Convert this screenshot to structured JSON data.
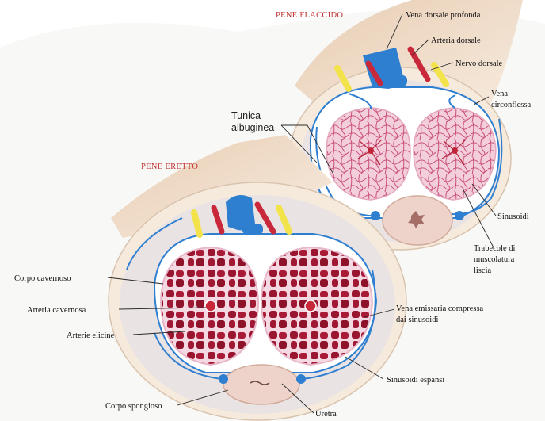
{
  "titles": {
    "flaccid": "PENE FLACCIDO",
    "erect": "PENE ERETTO"
  },
  "labels": {
    "deep_dorsal_vein": "Vena dorsale profonda",
    "dorsal_artery": "Arteria dorsale",
    "dorsal_nerve": "Nervo dorsale",
    "circumflex_vein_1": "Vena",
    "circumflex_vein_2": "circonflessa",
    "tunica_1": "Tunica",
    "tunica_2": "albuginea",
    "sinusoids": "Sinusoidi",
    "trabeculae_1": "Trabecole di",
    "trabeculae_2": "muscolatura",
    "trabeculae_3": "liscia",
    "corpus_cavernosum": "Corpo cavernoso",
    "cavernous_artery": "Arteria cavernosa",
    "helicine_arteries": "Arterie elicine",
    "emissary_vein_1": "Vena emissaria compressa",
    "emissary_vein_2": "dai sinusoidi",
    "expanded_sinusoids": "Sinusoidi espansi",
    "corpus_spongiosum": "Corpo spongioso",
    "urethra": "Uretra"
  },
  "colors": {
    "vein": "#2f7fd0",
    "artery": "#c8283a",
    "nerve": "#f2e34a",
    "flaccid_tissue": "#f2c9d8",
    "erect_tissue": "#9c1830",
    "skin": "#eedbc8"
  }
}
